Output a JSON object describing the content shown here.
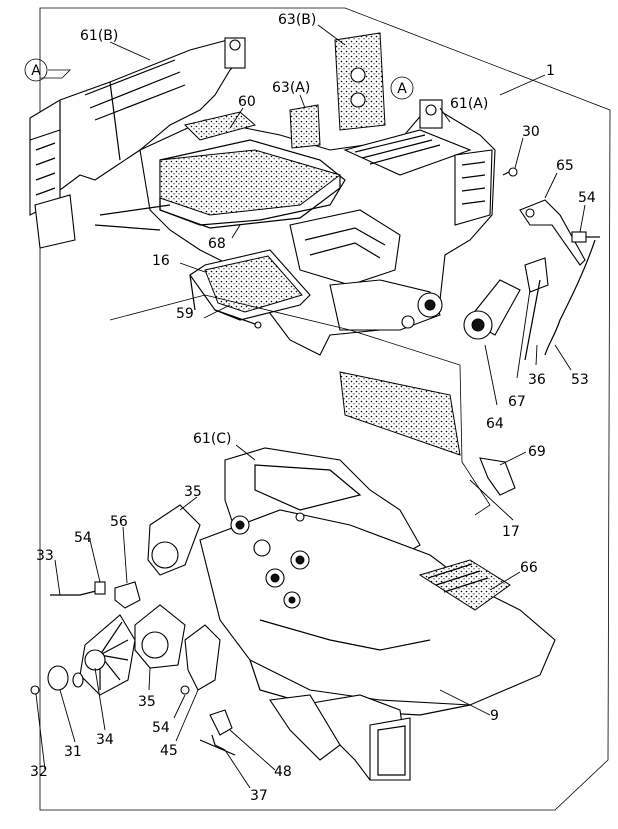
{
  "diagram": {
    "callouts": {
      "p1": "1",
      "p9": "9",
      "p16": "16",
      "p17": "17",
      "p30": "30",
      "p31": "31",
      "p32": "32",
      "p33": "33",
      "p34": "34",
      "p35a": "35",
      "p35b": "35",
      "p36": "36",
      "p37": "37",
      "p45": "45",
      "p48": "48",
      "p53": "53",
      "p54a": "54",
      "p54b": "54",
      "p54c": "54",
      "p56": "56",
      "p59": "59",
      "p60": "60",
      "p61a": "61(A)",
      "p61b": "61(B)",
      "p61c": "61(C)",
      "p63a": "63(A)",
      "p63b": "63(B)",
      "p64": "64",
      "p65": "65",
      "p66": "66",
      "p67": "67",
      "p68": "68",
      "p69": "69"
    },
    "reference_markers": {
      "left": "A",
      "right": "A"
    }
  }
}
